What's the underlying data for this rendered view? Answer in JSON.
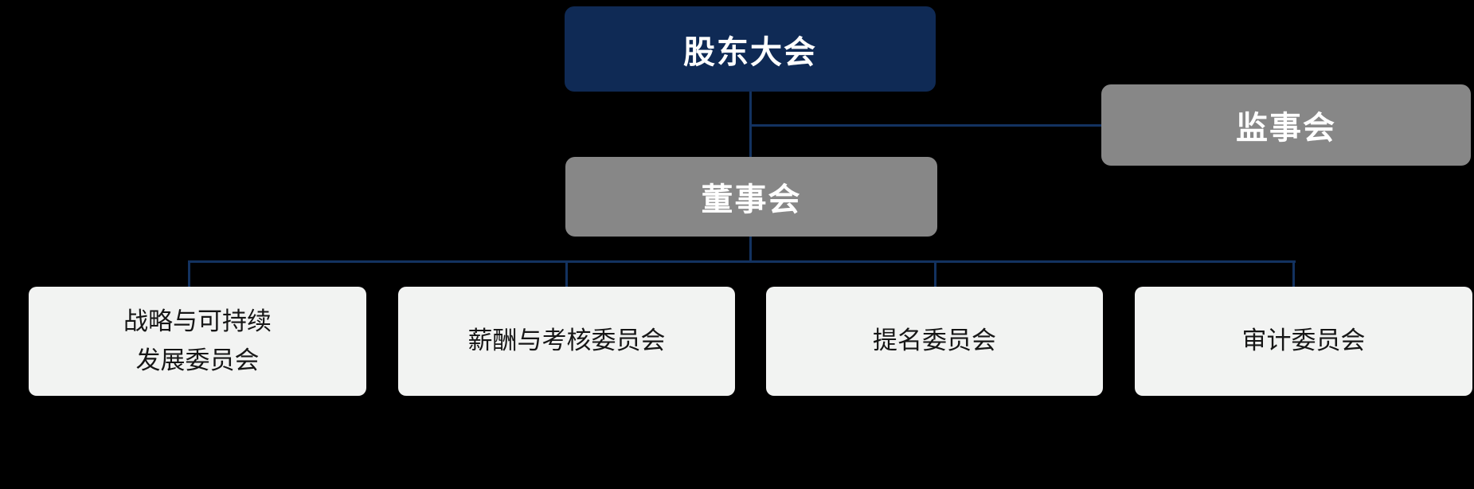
{
  "org_chart": {
    "background_color": "#000000",
    "connector_color": "#133260",
    "nodes": {
      "shareholders_meeting": {
        "label": "股东大会",
        "bg_color": "#0f2a55",
        "text_color": "#ffffff"
      },
      "supervisory_board": {
        "label": "监事会",
        "bg_color": "#878787",
        "text_color": "#ffffff"
      },
      "board_of_directors": {
        "label": "董事会",
        "bg_color": "#878787",
        "text_color": "#ffffff"
      },
      "committees": [
        {
          "lines": [
            "战略与可持续",
            "发展委员会"
          ]
        },
        {
          "lines": [
            "薪酬与考核委员会"
          ]
        },
        {
          "lines": [
            "提名委员会"
          ]
        },
        {
          "lines": [
            "审计委员会"
          ]
        }
      ],
      "committee_bg_color": "#f2f3f2",
      "committee_text_color": "#161616"
    },
    "edges": [
      "shareholders_meeting -> board_of_directors",
      "shareholders_meeting -> supervisory_board",
      "board_of_directors -> committee_strategy_sustainability",
      "board_of_directors -> committee_remuneration_appraisal",
      "board_of_directors -> committee_nomination",
      "board_of_directors -> committee_audit"
    ]
  }
}
